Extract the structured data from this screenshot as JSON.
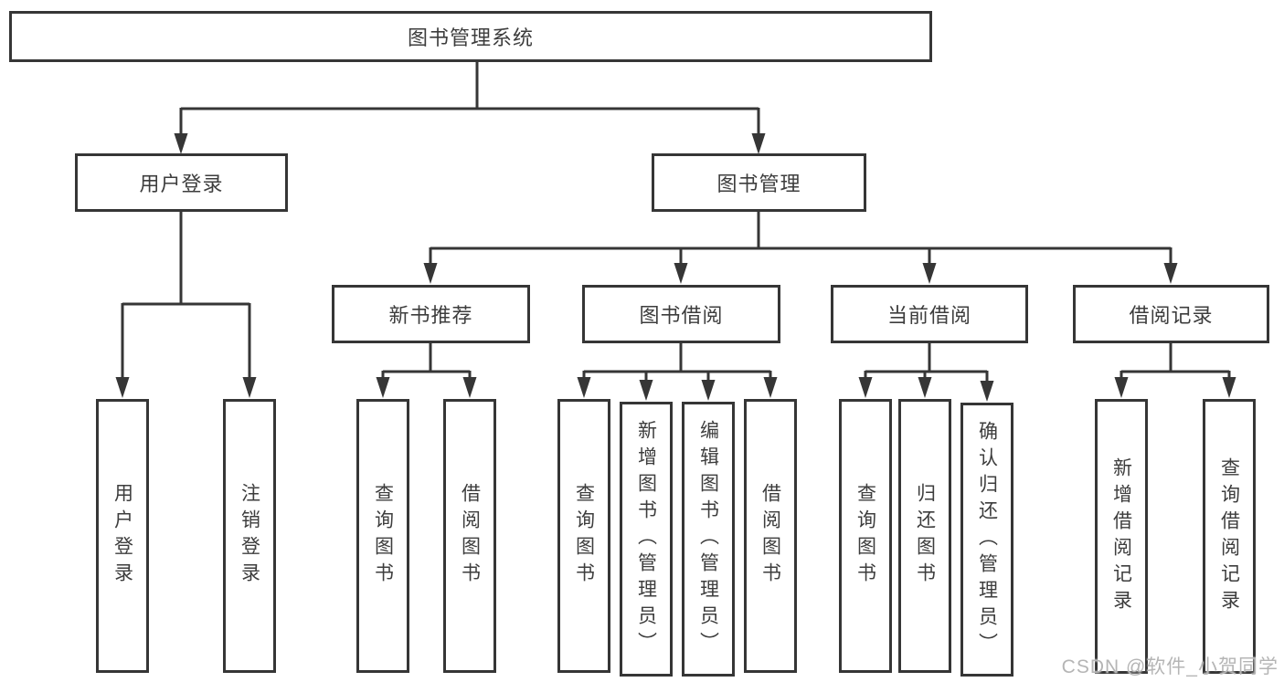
{
  "tree": {
    "root": "图书管理系统",
    "branches": [
      {
        "label": "用户登录",
        "children": [
          {
            "label": "用户登录"
          },
          {
            "label": "注销登录"
          }
        ]
      },
      {
        "label": "图书管理",
        "children": [
          {
            "label": "新书推荐",
            "children": [
              {
                "label": "查询图书"
              },
              {
                "label": "借阅图书"
              }
            ]
          },
          {
            "label": "图书借阅",
            "children": [
              {
                "label": "查询图书"
              },
              {
                "label": "新增图书（管理员）"
              },
              {
                "label": "编辑图书（管理员）"
              },
              {
                "label": "借阅图书"
              }
            ]
          },
          {
            "label": "当前借阅",
            "children": [
              {
                "label": "查询图书"
              },
              {
                "label": "归还图书"
              },
              {
                "label": "确认归还（管理员）"
              }
            ]
          },
          {
            "label": "借阅记录",
            "children": [
              {
                "label": "新增借阅记录"
              },
              {
                "label": "查询借阅记录"
              }
            ]
          }
        ]
      }
    ]
  },
  "watermark": "CSDN @软件_小贺同学",
  "colors": {
    "line": "#363636",
    "box_border": "#363636",
    "text": "#3d3d3d",
    "watermark": "#b5b5b5",
    "background": "#ffffff"
  }
}
